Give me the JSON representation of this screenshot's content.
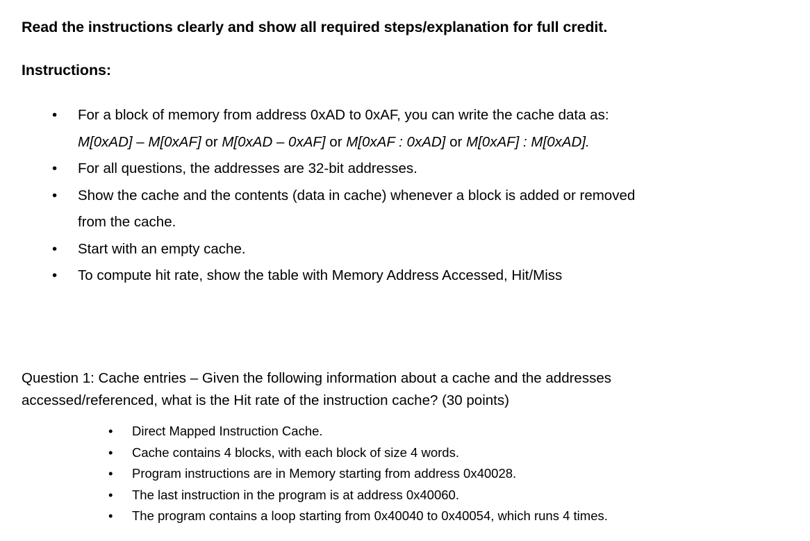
{
  "document": {
    "title_line": "Read the instructions clearly and show all required steps/explanation for full credit.",
    "instructions_label": "Instructions:",
    "bullet_glyph": "•",
    "text_color": "#000000",
    "background_color": "#ffffff",
    "instructions": [
      {
        "id": "memory-block",
        "line1": "For a block of memory from address 0xAD to 0xAF, you can write the cache data as:",
        "line2_parts": [
          {
            "text": "M[0xAD] – M[0xAF]",
            "italic": true
          },
          {
            "text": " or ",
            "italic": false
          },
          {
            "text": "M[0xAD – 0xAF]",
            "italic": true
          },
          {
            "text": " or ",
            "italic": false
          },
          {
            "text": "M[0xAF : 0xAD]",
            "italic": true
          },
          {
            "text": " or ",
            "italic": false
          },
          {
            "text": "M[0xAF] : M[0xAD].",
            "italic": true
          }
        ]
      },
      {
        "id": "address-width",
        "line1": "For all questions, the addresses are 32-bit addresses."
      },
      {
        "id": "show-cache-contents",
        "line1": "Show the cache and the contents (data in cache) whenever a block is added or removed",
        "line2": "from the cache."
      },
      {
        "id": "empty-cache",
        "line1": "Start with an empty cache."
      },
      {
        "id": "hit-rate-table",
        "line1": "To compute hit rate, show the table with Memory Address Accessed, Hit/Miss"
      }
    ],
    "question": {
      "label": "Question 1",
      "text": "Question 1: Cache entries – Given the following information about a cache and the addresses accessed/referenced, what is the Hit rate of the instruction cache? (30 points)",
      "points": "30 points",
      "details": [
        "Direct Mapped Instruction Cache.",
        "Cache contains 4 blocks, with each block of size 4 words.",
        "Program instructions are in Memory starting from address 0x40028.",
        "The last instruction in the program is at address 0x40060.",
        "The program contains a loop starting from 0x40040 to 0x40054, which runs 4 times."
      ]
    }
  }
}
